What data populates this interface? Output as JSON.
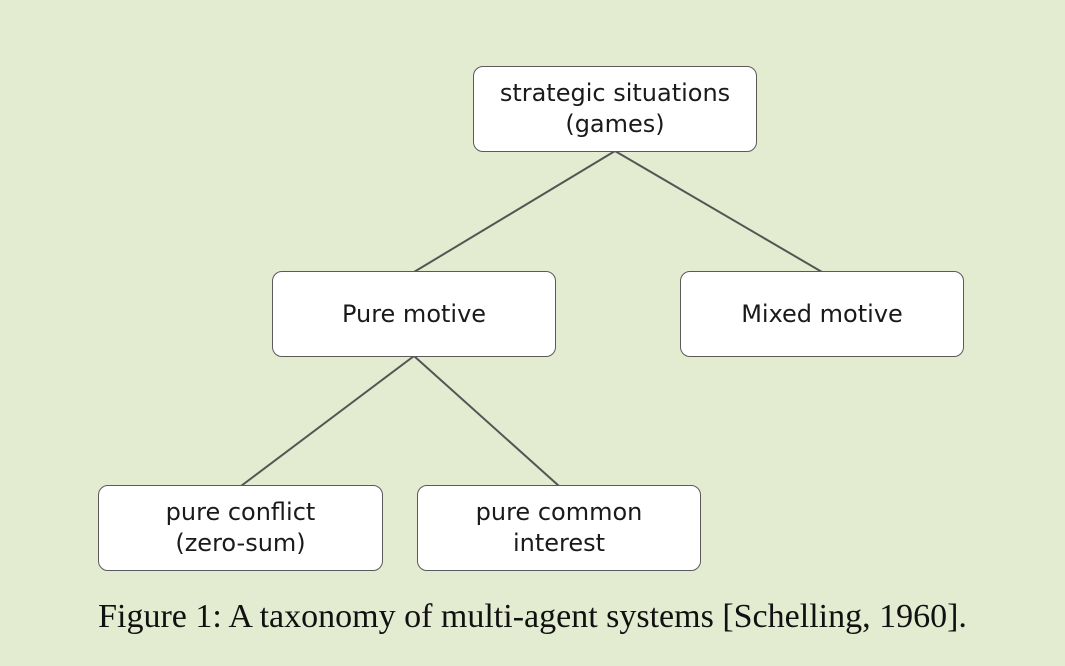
{
  "diagram": {
    "type": "tree",
    "nodes": [
      {
        "id": "root",
        "lines": [
          "strategic situations",
          "(games)"
        ]
      },
      {
        "id": "pure",
        "lines": [
          "Pure motive"
        ]
      },
      {
        "id": "mixed",
        "lines": [
          "Mixed motive"
        ]
      },
      {
        "id": "conflict",
        "lines": [
          "pure conflict",
          "(zero-sum)"
        ]
      },
      {
        "id": "common",
        "lines": [
          "pure common",
          "interest"
        ]
      }
    ],
    "edges": [
      {
        "from": "root",
        "to": "pure"
      },
      {
        "from": "root",
        "to": "mixed"
      },
      {
        "from": "pure",
        "to": "conflict"
      },
      {
        "from": "pure",
        "to": "common"
      }
    ]
  },
  "caption": "Figure 1: A taxonomy of multi-agent systems [Schelling, 1960].",
  "colors": {
    "background": "#e3ebd0",
    "node_fill": "#ffffff",
    "node_border": "#5a5a5a",
    "edge": "#555555",
    "text": "#1a1a1a"
  }
}
